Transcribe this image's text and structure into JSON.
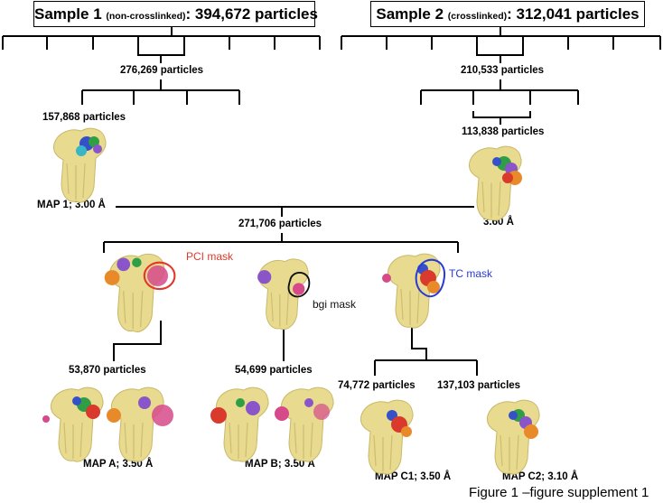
{
  "sample1": {
    "name": "Sample 1",
    "qualifier": "(non-crosslinked)",
    "count": ": 394,672 particles"
  },
  "sample2": {
    "name": "Sample 2",
    "qualifier": "(crosslinked)",
    "count": ": 312,041 particles"
  },
  "labels": {
    "s1_sel": "276,269 particles",
    "s1_sub": "157,868 particles",
    "s2_sel": "210,533 particles",
    "s2_sub": "113,838 particles",
    "map1": "MAP 1; 3.00 Å",
    "res2": "3.60 Å",
    "combined": "271,706 particles",
    "a_count": "53,870 particles",
    "b_count": "54,699 particles",
    "c1_count": "74,772 particles",
    "c2_count": "137,103 particles",
    "mapA": "MAP A; 3.50 Å",
    "mapB": "MAP B; 3.50 Å",
    "mapC1": "MAP C1; 3.50 Å",
    "mapC2": "MAP C2; 3.10 Å"
  },
  "masks": {
    "pci": {
      "label": "PCI mask",
      "color": "#e2382a"
    },
    "bgi": {
      "label": "bgi mask",
      "color": "#111111"
    },
    "tc": {
      "label": "TC mask",
      "color": "#2a3bd4"
    }
  },
  "caption": "Figure 1 –figure supplement 1",
  "colors": {
    "density_base": "#e8da8f",
    "density_shade": "#c9b867",
    "subunit_green": "#2f9e45",
    "subunit_blue": "#3451c9",
    "subunit_purple": "#8a55c8",
    "subunit_red": "#d93a2b",
    "subunit_orange": "#e98a2a",
    "subunit_pink": "#d64a8a",
    "subunit_cyan": "#39b6c6"
  }
}
